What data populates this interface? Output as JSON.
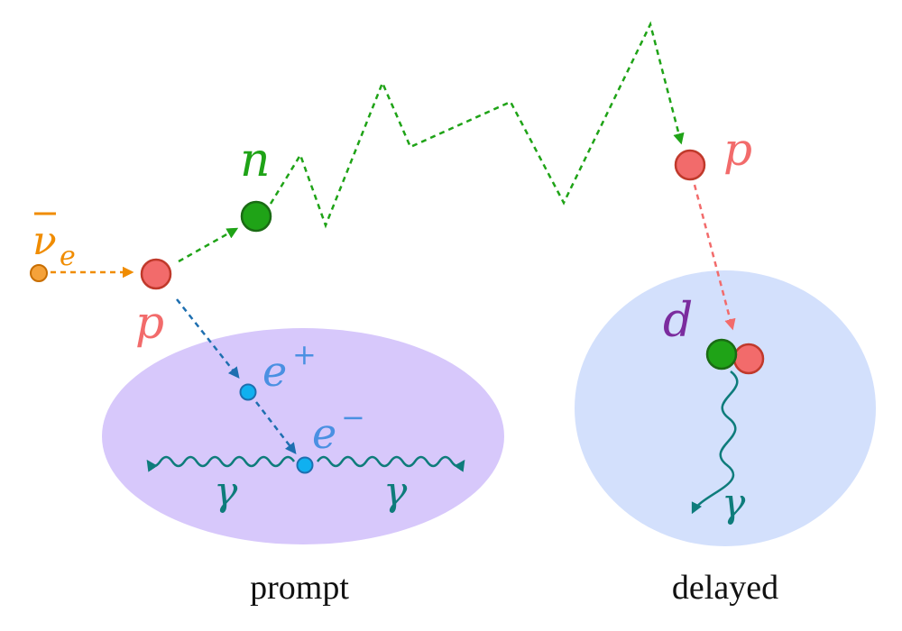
{
  "labels": {
    "antineutrino": "ν",
    "antineutrino_sub": "e",
    "proton_initial": "p",
    "neutron": "n",
    "proton_capture": "p",
    "positron": "e",
    "positron_sup": "+",
    "electron": "e",
    "electron_sup": "−",
    "gamma_left": "γ",
    "gamma_right": "γ",
    "deuteron": "d",
    "gamma_delayed": "γ"
  },
  "captions": {
    "prompt": "prompt",
    "delayed": "delayed"
  },
  "colors": {
    "antineutrino": "#F08C00",
    "proton": "#F26B6B",
    "proton_stroke": "#C0392B",
    "neutron": "#1FA317",
    "neutron_stroke": "#1A6B14",
    "positron_label": "#4A90E2",
    "particle_blue": "#10B0F0",
    "positron_path": "#1E6FB0",
    "photon": "#0E7C7B",
    "deuteron_label": "#7B2C9E",
    "prompt_region": "#D7C8FB",
    "delayed_region": "#D3E0FC"
  }
}
